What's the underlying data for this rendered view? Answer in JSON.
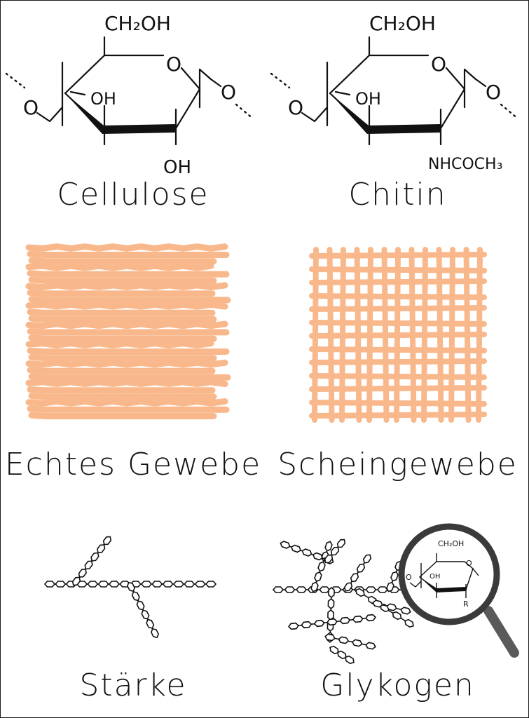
{
  "colors": {
    "ink": "#111111",
    "fabric": "#f8b88b",
    "lens_ring": "#3a3a3a",
    "lens_handle": "#5a5a5a"
  },
  "cellulose": {
    "name": "Cellulose",
    "group_top": "CH₂OH",
    "ring_oxygen": "O",
    "left_oxygen": "O",
    "right_oxygen": "O",
    "oh_inner": "OH",
    "oh_bottom": "OH"
  },
  "chitin": {
    "name": "Chitin",
    "group_top": "CH₂OH",
    "ring_oxygen": "O",
    "left_oxygen": "O",
    "right_oxygen": "O",
    "oh_inner": "OH",
    "substituent": "NHCOCH₃"
  },
  "echtes_gewebe": {
    "name": "Echtes Gewebe"
  },
  "scheingewebe": {
    "name": "Scheingewebe"
  },
  "staerke": {
    "name": "Stärke"
  },
  "glykogen": {
    "name": "Glykogen",
    "lens": {
      "group_top": "CH₂OH",
      "ring_oxygen": "O",
      "left_oxygen": "O",
      "oh": "OH",
      "r": "R"
    }
  }
}
